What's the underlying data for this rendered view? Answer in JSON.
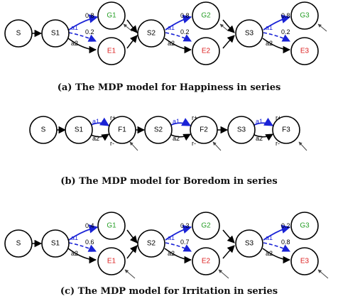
{
  "colors": {
    "goal": "#2aa02a",
    "error": "#dd2222",
    "neutral": "#000000",
    "action_blue": "#1a23d6"
  },
  "panels": [
    {
      "caption": "(a) The MDP model for Happiness in series",
      "node_labels": {
        "start": "S",
        "states": [
          "S1",
          "S2",
          "S3"
        ],
        "tops": [
          "G1",
          "G2",
          "G3"
        ],
        "bottoms": [
          "E1",
          "E2",
          "E3"
        ]
      },
      "edge_labels": {
        "a1": "a1",
        "a2": "a2",
        "p_top": [
          "0.8",
          "0.8",
          "0.8"
        ],
        "p_bottom": [
          "0.2",
          "0.2",
          "0.2"
        ]
      }
    },
    {
      "caption": "(b) The MDP model for Boredom in series",
      "node_labels": {
        "start": "S",
        "states": [
          "S1",
          "S2",
          "S3"
        ],
        "fails": [
          "F1",
          "F2",
          "F3"
        ]
      },
      "edge_labels": {
        "a1": "a1",
        "a2": "a2",
        "r_plus": "r+",
        "r_minus": "r-"
      }
    },
    {
      "caption": "(c) The MDP model for Irritation in series",
      "node_labels": {
        "start": "S",
        "states": [
          "S1",
          "S2",
          "S3"
        ],
        "tops": [
          "G1",
          "G2",
          "G3"
        ],
        "bottoms": [
          "E1",
          "E2",
          "E3"
        ]
      },
      "edge_labels": {
        "a1": "a1",
        "a2": "a2",
        "p_top": [
          "0.4",
          "0.3",
          "0.2"
        ],
        "p_bottom": [
          "0.6",
          "0.7",
          "0.8"
        ]
      }
    }
  ]
}
